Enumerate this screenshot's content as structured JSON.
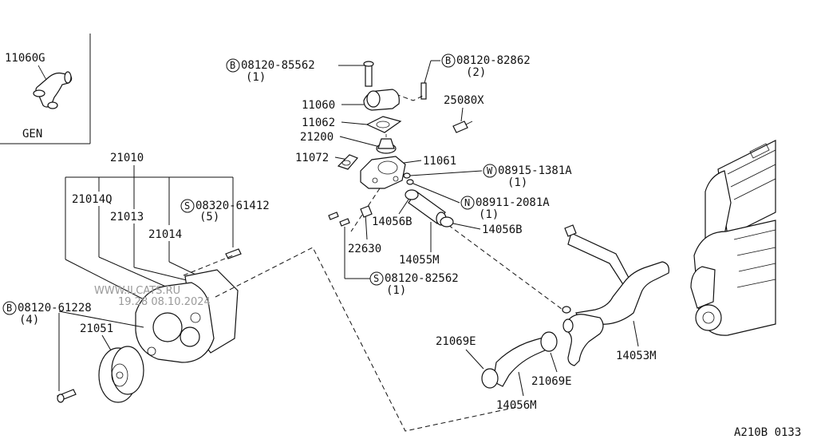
{
  "diagram_code": "A210B 0133",
  "watermark": [
    "WWW.ILCATS.RU",
    "19.28 08.10.2024"
  ],
  "inset": {
    "part": "11060G",
    "caption": "GEN"
  },
  "labels": {
    "p21010": "21010",
    "p21014q": "21014Q",
    "p21013": "21013",
    "p21014": "21014",
    "p21051": "21051",
    "p11060": "11060",
    "p11062": "11062",
    "p21200": "21200",
    "p11072": "11072",
    "p11061": "11061",
    "p25080x": "25080X",
    "p14056b_a": "14056B",
    "p14056b_b": "14056B",
    "p14055m": "14055M",
    "p22630": "22630",
    "p14053m": "14053M",
    "p21069e_a": "21069E",
    "p21069e_b": "21069E",
    "p14056m": "14056M"
  },
  "callouts": {
    "b85562": {
      "prefix": "B",
      "number": "08120-85562",
      "qty": "(1)"
    },
    "b82862": {
      "prefix": "B",
      "number": "08120-82862",
      "qty": "(2)"
    },
    "w1381a": {
      "prefix": "W",
      "number": "08915-1381A",
      "qty": "(1)"
    },
    "n2081a": {
      "prefix": "N",
      "number": "08911-2081A",
      "qty": "(1)"
    },
    "s61412": {
      "prefix": "S",
      "number": "08320-61412",
      "qty": "(5)"
    },
    "s82562": {
      "prefix": "S",
      "number": "08120-82562",
      "qty": "(1)"
    },
    "b61228": {
      "prefix": "B",
      "number": "08120-61228",
      "qty": "(4)"
    }
  }
}
